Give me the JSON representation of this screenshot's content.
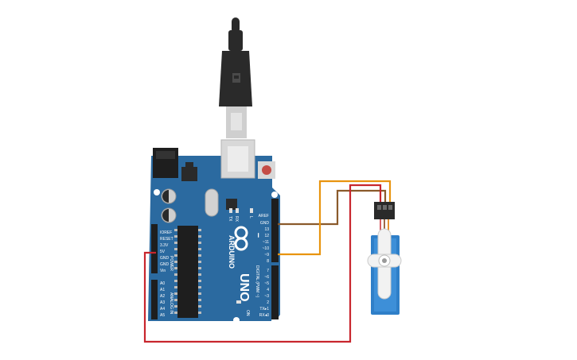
{
  "board": {
    "brand": "ARDUINO",
    "model": "UNO",
    "on_label": "ON",
    "tx_label": "TX",
    "rx_label": "RX",
    "l_label": "L",
    "power_header_title": "POWER",
    "analog_header_title": "ANALOG IN",
    "digital_header_title": "DIGITAL (PWM ~)",
    "power_pins": [
      "IOREF",
      "RESET",
      "3.3V",
      "5V",
      "GND",
      "GND",
      "Vin"
    ],
    "analog_pins": [
      "A0",
      "A1",
      "A2",
      "A3",
      "A4",
      "A5"
    ],
    "top_right_pins": [
      "AREF",
      "GND",
      "13",
      "12",
      "~11",
      "~10",
      "~9",
      "8"
    ],
    "bottom_right_pins": [
      "7",
      "~6",
      "~5",
      "4",
      "~3",
      "2",
      "TX▸1",
      "RX◂0"
    ]
  },
  "colors": {
    "board": "#2b6aa0",
    "wire_signal": "#e8940f",
    "wire_ground": "#8a5a2b",
    "wire_power": "#c8262d",
    "servo_body": "#2f7fc8",
    "usb_plug": "#2a2a2a"
  },
  "icons": [
    "usb-plug-icon",
    "arduino-logo-icon",
    "servo-horn-icon",
    "reset-button-icon"
  ]
}
